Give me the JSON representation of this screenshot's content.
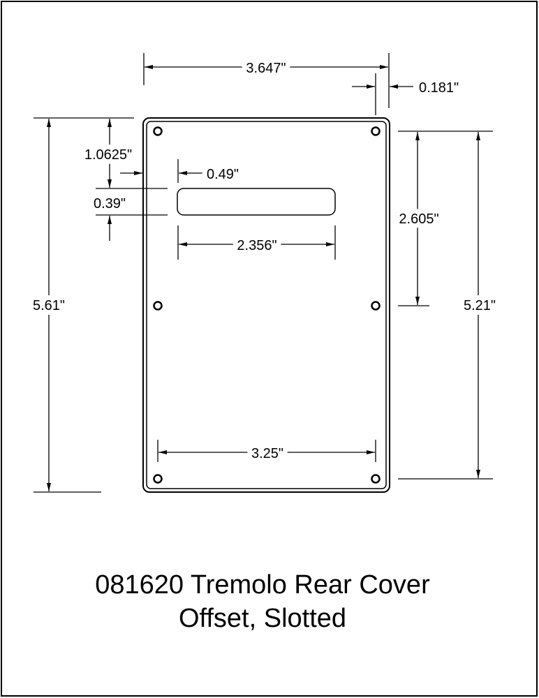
{
  "title": {
    "line1": "081620 Tremolo Rear Cover",
    "line2": "Offset, Slotted"
  },
  "dimensions": {
    "overall_width": "3.647\"",
    "edge_to_hole": "0.181\"",
    "overall_height": "5.61\"",
    "slot_top_offset": "1.0625\"",
    "slot_left_offset": "0.49\"",
    "slot_height": "0.39\"",
    "slot_width": "2.356\"",
    "hole_vertical_spacing_half": "2.605\"",
    "hole_vertical_spacing": "5.21\"",
    "hole_horizontal_spacing": "3.25\""
  }
}
